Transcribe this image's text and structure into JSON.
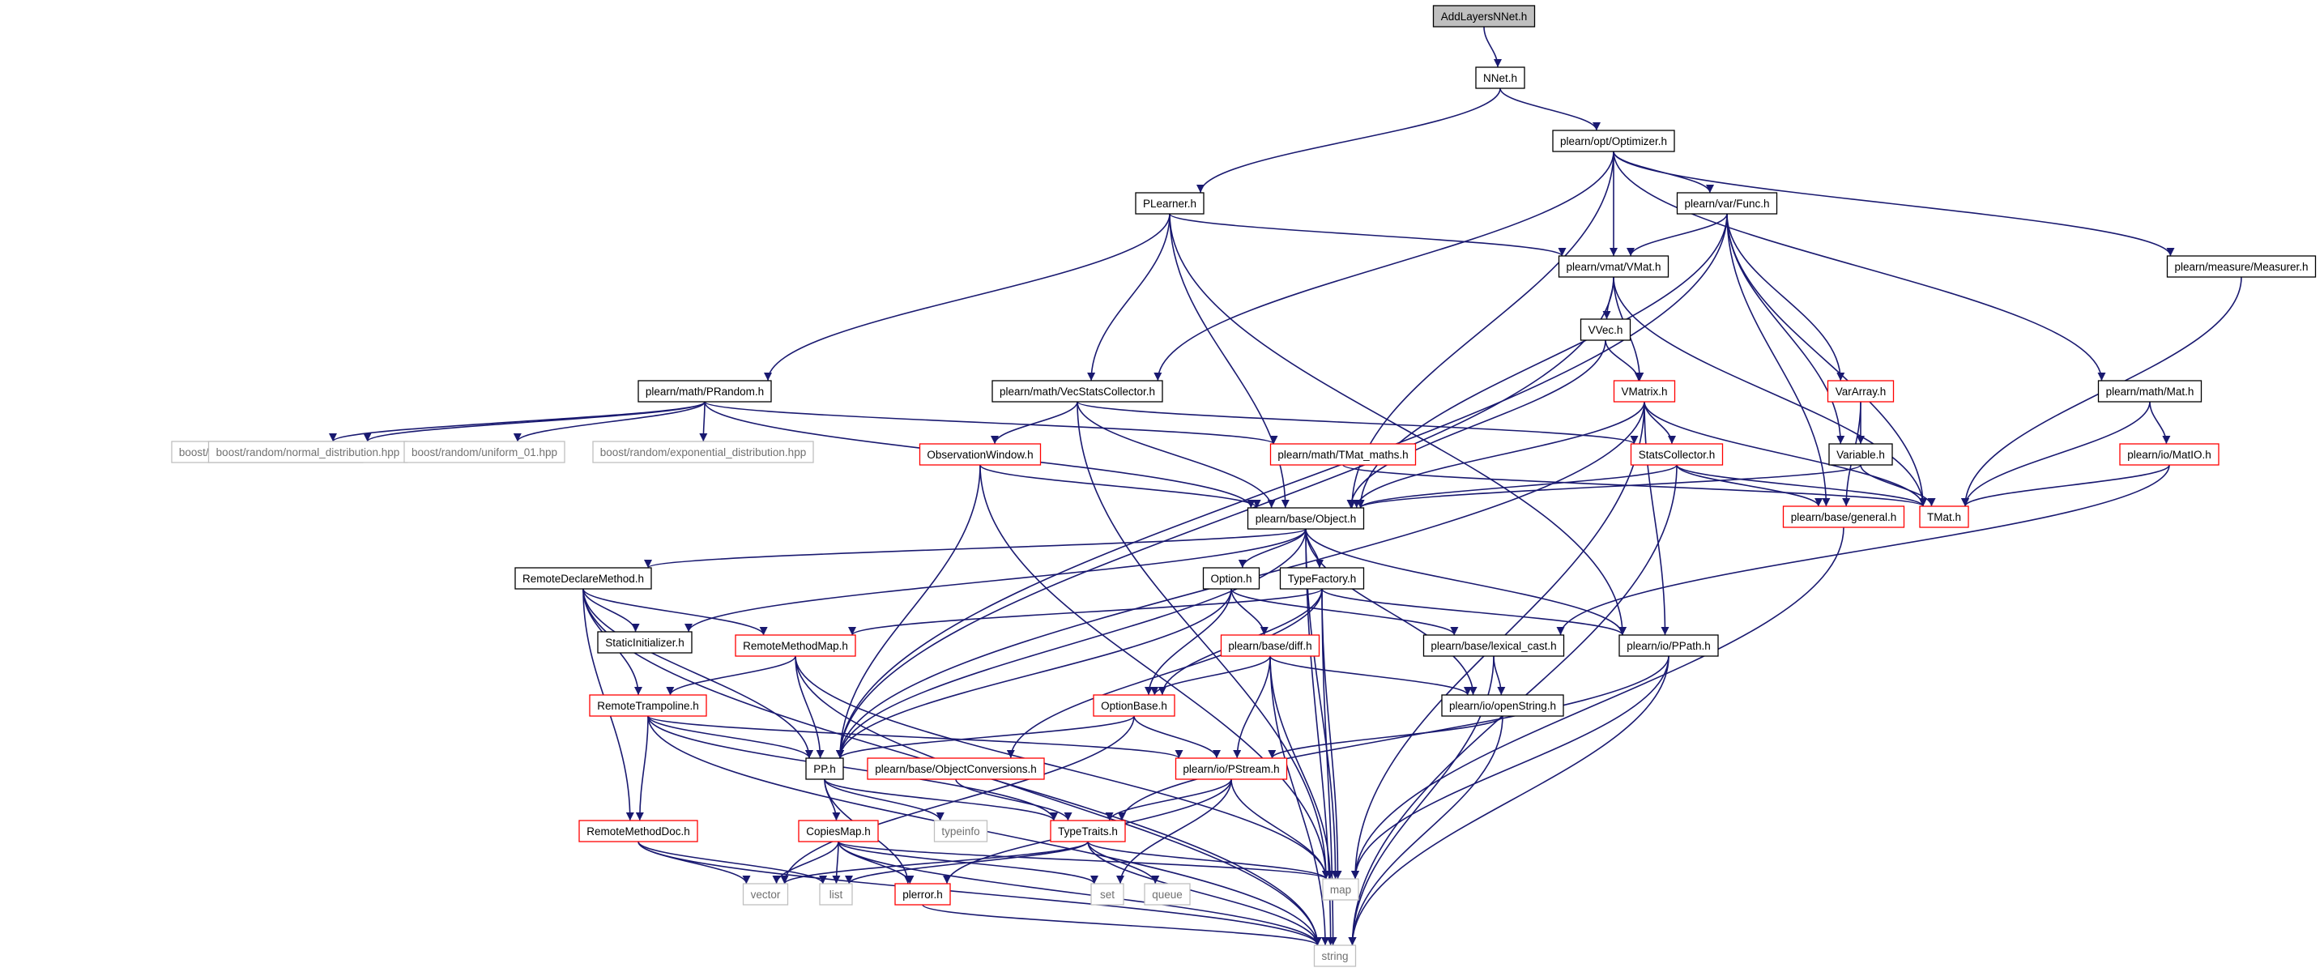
{
  "diagram": {
    "nodes": [
      {
        "id": "addlayers",
        "label": "AddLayersNNet.h",
        "style": "root"
      },
      {
        "id": "nnet",
        "label": "NNet.h",
        "style": "normal"
      },
      {
        "id": "optimizer",
        "label": "plearn/opt/Optimizer.h",
        "style": "normal"
      },
      {
        "id": "plearner",
        "label": "PLearner.h",
        "style": "normal"
      },
      {
        "id": "func",
        "label": "plearn/var/Func.h",
        "style": "normal"
      },
      {
        "id": "vmat",
        "label": "plearn/vmat/VMat.h",
        "style": "normal"
      },
      {
        "id": "measurer",
        "label": "plearn/measure/Measurer.h",
        "style": "normal"
      },
      {
        "id": "vvec",
        "label": "VVec.h",
        "style": "normal"
      },
      {
        "id": "prandom",
        "label": "plearn/math/PRandom.h",
        "style": "normal"
      },
      {
        "id": "vecstats",
        "label": "plearn/math/VecStatsCollector.h",
        "style": "normal"
      },
      {
        "id": "vmatrix",
        "label": "VMatrix.h",
        "style": "red"
      },
      {
        "id": "vararray",
        "label": "VarArray.h",
        "style": "red"
      },
      {
        "id": "mat",
        "label": "plearn/math/Mat.h",
        "style": "normal"
      },
      {
        "id": "mersenne",
        "label": "boost/random/mersenne_twister.hpp",
        "style": "system"
      },
      {
        "id": "normaldist",
        "label": "boost/random/normal_distribution.hpp",
        "style": "system"
      },
      {
        "id": "uniform01",
        "label": "boost/random/uniform_01.hpp",
        "style": "system"
      },
      {
        "id": "expdist",
        "label": "boost/random/exponential_distribution.hpp",
        "style": "system"
      },
      {
        "id": "obswin",
        "label": "ObservationWindow.h",
        "style": "red"
      },
      {
        "id": "tmatmaths",
        "label": "plearn/math/TMat_maths.h",
        "style": "red"
      },
      {
        "id": "statscol",
        "label": "StatsCollector.h",
        "style": "red"
      },
      {
        "id": "variable",
        "label": "Variable.h",
        "style": "normal"
      },
      {
        "id": "matio",
        "label": "plearn/io/MatIO.h",
        "style": "red"
      },
      {
        "id": "object",
        "label": "plearn/base/Object.h",
        "style": "normal"
      },
      {
        "id": "general",
        "label": "plearn/base/general.h",
        "style": "red"
      },
      {
        "id": "tmat",
        "label": "TMat.h",
        "style": "red"
      },
      {
        "id": "remotedecl",
        "label": "RemoteDeclareMethod.h",
        "style": "normal"
      },
      {
        "id": "option",
        "label": "Option.h",
        "style": "normal"
      },
      {
        "id": "typefactory",
        "label": "TypeFactory.h",
        "style": "normal"
      },
      {
        "id": "staticinit",
        "label": "StaticInitializer.h",
        "style": "normal"
      },
      {
        "id": "remotemethodmap",
        "label": "RemoteMethodMap.h",
        "style": "red"
      },
      {
        "id": "diff",
        "label": "plearn/base/diff.h",
        "style": "red"
      },
      {
        "id": "lexicalcast",
        "label": "plearn/base/lexical_cast.h",
        "style": "normal"
      },
      {
        "id": "ppath",
        "label": "plearn/io/PPath.h",
        "style": "normal"
      },
      {
        "id": "remotetramp",
        "label": "RemoteTrampoline.h",
        "style": "red"
      },
      {
        "id": "optionbase",
        "label": "OptionBase.h",
        "style": "red"
      },
      {
        "id": "openstring",
        "label": "plearn/io/openString.h",
        "style": "normal"
      },
      {
        "id": "pp",
        "label": "PP.h",
        "style": "normal"
      },
      {
        "id": "objconv",
        "label": "plearn/base/ObjectConversions.h",
        "style": "red"
      },
      {
        "id": "pstream",
        "label": "plearn/io/PStream.h",
        "style": "red"
      },
      {
        "id": "remotemethoddoc",
        "label": "RemoteMethodDoc.h",
        "style": "red"
      },
      {
        "id": "typeinfo",
        "label": "typeinfo",
        "style": "system"
      },
      {
        "id": "copiesmap",
        "label": "CopiesMap.h",
        "style": "red"
      },
      {
        "id": "typetraits",
        "label": "TypeTraits.h",
        "style": "red"
      },
      {
        "id": "vector",
        "label": "vector",
        "style": "system"
      },
      {
        "id": "list",
        "label": "list",
        "style": "system"
      },
      {
        "id": "set",
        "label": "set",
        "style": "system"
      },
      {
        "id": "queue",
        "label": "queue",
        "style": "system"
      },
      {
        "id": "map",
        "label": "map",
        "style": "system"
      },
      {
        "id": "plerror",
        "label": "plerror.h",
        "style": "red"
      },
      {
        "id": "string",
        "label": "string",
        "style": "system"
      }
    ],
    "edges": [
      [
        "addlayers",
        "nnet"
      ],
      [
        "nnet",
        "optimizer"
      ],
      [
        "nnet",
        "plearner"
      ],
      [
        "optimizer",
        "func"
      ],
      [
        "optimizer",
        "vmat"
      ],
      [
        "optimizer",
        "measurer"
      ],
      [
        "optimizer",
        "vecstats"
      ],
      [
        "optimizer",
        "object"
      ],
      [
        "optimizer",
        "mat"
      ],
      [
        "plearner",
        "vmat"
      ],
      [
        "plearner",
        "prandom"
      ],
      [
        "plearner",
        "vecstats"
      ],
      [
        "plearner",
        "object"
      ],
      [
        "plearner",
        "ppath"
      ],
      [
        "func",
        "vmat"
      ],
      [
        "func",
        "pp"
      ],
      [
        "func",
        "object"
      ],
      [
        "func",
        "vararray"
      ],
      [
        "func",
        "variable"
      ],
      [
        "func",
        "general"
      ],
      [
        "func",
        "tmat"
      ],
      [
        "vmat",
        "vvec"
      ],
      [
        "vmat",
        "vmatrix"
      ],
      [
        "vmat",
        "pp"
      ],
      [
        "vmat",
        "tmat"
      ],
      [
        "measurer",
        "tmat"
      ],
      [
        "vvec",
        "vmatrix"
      ],
      [
        "vvec",
        "object"
      ],
      [
        "prandom",
        "mersenne"
      ],
      [
        "prandom",
        "normaldist"
      ],
      [
        "prandom",
        "uniform01"
      ],
      [
        "prandom",
        "expdist"
      ],
      [
        "prandom",
        "tmatmaths"
      ],
      [
        "prandom",
        "object"
      ],
      [
        "vecstats",
        "obswin"
      ],
      [
        "vecstats",
        "statscol"
      ],
      [
        "vecstats",
        "object"
      ],
      [
        "vecstats",
        "map"
      ],
      [
        "vmatrix",
        "statscol"
      ],
      [
        "vmatrix",
        "object"
      ],
      [
        "vmatrix",
        "tmat"
      ],
      [
        "vmatrix",
        "pp"
      ],
      [
        "vmatrix",
        "ppath"
      ],
      [
        "vmatrix",
        "map"
      ],
      [
        "vararray",
        "variable"
      ],
      [
        "vararray",
        "general"
      ],
      [
        "mat",
        "tmat"
      ],
      [
        "mat",
        "matio"
      ],
      [
        "obswin",
        "object"
      ],
      [
        "obswin",
        "pp"
      ],
      [
        "obswin",
        "map"
      ],
      [
        "tmatmaths",
        "tmat"
      ],
      [
        "statscol",
        "object"
      ],
      [
        "statscol",
        "general"
      ],
      [
        "statscol",
        "tmat"
      ],
      [
        "statscol",
        "string"
      ],
      [
        "variable",
        "object"
      ],
      [
        "variable",
        "tmat"
      ],
      [
        "matio",
        "tmat"
      ],
      [
        "matio",
        "lexicalcast"
      ],
      [
        "general",
        "map"
      ],
      [
        "object",
        "remotedecl"
      ],
      [
        "object",
        "option"
      ],
      [
        "object",
        "typefactory"
      ],
      [
        "object",
        "staticinit"
      ],
      [
        "object",
        "pp"
      ],
      [
        "object",
        "ppath"
      ],
      [
        "object",
        "openstring"
      ],
      [
        "object",
        "map"
      ],
      [
        "object",
        "string"
      ],
      [
        "remotedecl",
        "staticinit"
      ],
      [
        "remotedecl",
        "remotemethodmap"
      ],
      [
        "remotedecl",
        "remotetramp"
      ],
      [
        "remotedecl",
        "remotemethoddoc"
      ],
      [
        "remotedecl",
        "pp"
      ],
      [
        "remotedecl",
        "string"
      ],
      [
        "option",
        "diff"
      ],
      [
        "option",
        "optionbase"
      ],
      [
        "option",
        "lexicalcast"
      ],
      [
        "option",
        "pp"
      ],
      [
        "typefactory",
        "remotemethodmap"
      ],
      [
        "typefactory",
        "optionbase"
      ],
      [
        "typefactory",
        "objconv"
      ],
      [
        "typefactory",
        "ppath"
      ],
      [
        "typefactory",
        "map"
      ],
      [
        "typefactory",
        "string"
      ],
      [
        "remotemethodmap",
        "remotetramp"
      ],
      [
        "remotemethodmap",
        "pp"
      ],
      [
        "remotemethodmap",
        "map"
      ],
      [
        "remotemethodmap",
        "string"
      ],
      [
        "diff",
        "optionbase"
      ],
      [
        "diff",
        "openstring"
      ],
      [
        "diff",
        "pstream"
      ],
      [
        "diff",
        "map"
      ],
      [
        "diff",
        "string"
      ],
      [
        "lexicalcast",
        "openstring"
      ],
      [
        "lexicalcast",
        "string"
      ],
      [
        "ppath",
        "typetraits"
      ],
      [
        "ppath",
        "map"
      ],
      [
        "ppath",
        "string"
      ],
      [
        "remotetramp",
        "pp"
      ],
      [
        "remotetramp",
        "pstream"
      ],
      [
        "remotetramp",
        "remotemethoddoc"
      ],
      [
        "remotetramp",
        "typetraits"
      ],
      [
        "remotetramp",
        "string"
      ],
      [
        "optionbase",
        "pp"
      ],
      [
        "optionbase",
        "pstream"
      ],
      [
        "optionbase",
        "vector"
      ],
      [
        "openstring",
        "pstream"
      ],
      [
        "openstring",
        "string"
      ],
      [
        "pp",
        "copiesmap"
      ],
      [
        "pp",
        "typetraits"
      ],
      [
        "pp",
        "typeinfo"
      ],
      [
        "pp",
        "plerror"
      ],
      [
        "objconv",
        "typetraits"
      ],
      [
        "pstream",
        "typetraits"
      ],
      [
        "pstream",
        "set"
      ],
      [
        "pstream",
        "map"
      ],
      [
        "pstream",
        "plerror"
      ],
      [
        "remotemethoddoc",
        "vector"
      ],
      [
        "remotemethoddoc",
        "list"
      ],
      [
        "remotemethoddoc",
        "string"
      ],
      [
        "copiesmap",
        "vector"
      ],
      [
        "copiesmap",
        "list"
      ],
      [
        "copiesmap",
        "set"
      ],
      [
        "copiesmap",
        "map"
      ],
      [
        "copiesmap",
        "plerror"
      ],
      [
        "copiesmap",
        "string"
      ],
      [
        "typetraits",
        "vector"
      ],
      [
        "typetraits",
        "list"
      ],
      [
        "typetraits",
        "queue"
      ],
      [
        "typetraits",
        "map"
      ],
      [
        "typetraits",
        "string"
      ],
      [
        "plerror",
        "string"
      ]
    ]
  },
  "colors": {
    "edge": "#191970",
    "normal_border": "#000000",
    "red_border": "#ff0000",
    "system_border": "#bfbfbf",
    "root_fill": "#bfbfbf",
    "node_fill": "#ffffff"
  }
}
